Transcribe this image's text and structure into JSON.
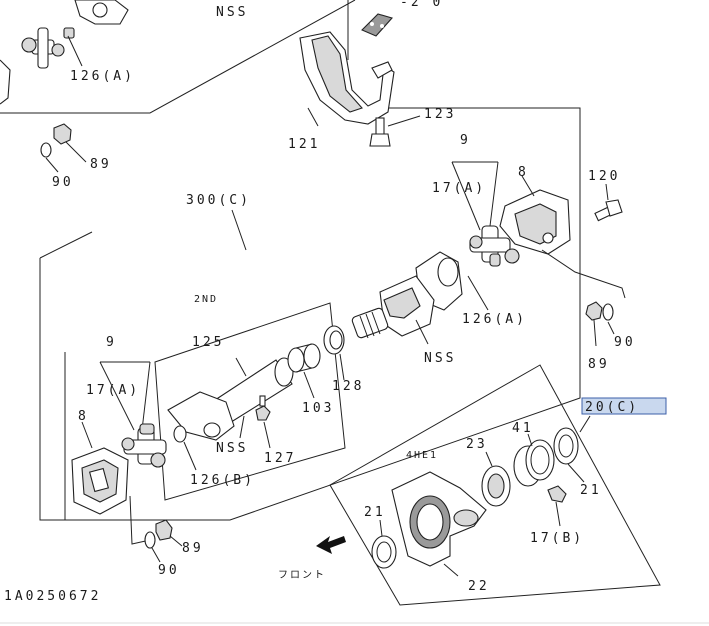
{
  "diagram": {
    "drawing_number": "1A0250672",
    "labels": {
      "nss_top": "NSS",
      "p126a_top": "126(A)",
      "p123": "123",
      "p121": "121",
      "p89_top": "89",
      "p90_top": "90",
      "p300c": "300(C)",
      "p9_right": "9",
      "p17a_right": "17(A)",
      "p8_right": "8",
      "p120": "120",
      "p126a_right": "126(A)",
      "p90_right": "90",
      "p89_right": "89",
      "nss_mid": "NSS",
      "variant_2nd": "2ND",
      "p125": "125",
      "p128": "128",
      "p103": "103",
      "p9_left": "9",
      "p17a_left": "17(A)",
      "p8_left": "8",
      "nss_low": "NSS",
      "p127": "127",
      "p126b": "126(B)",
      "p89_low": "89",
      "p90_low": "90",
      "p20c": "20(C)",
      "variant_4he1": "4HE1",
      "p23": "23",
      "p41": "41",
      "p21_right": "21",
      "p21_left": "21",
      "p17b": "17(B)",
      "p22": "22",
      "front": "フロント"
    },
    "highlight_color": "#c9d8ee"
  }
}
